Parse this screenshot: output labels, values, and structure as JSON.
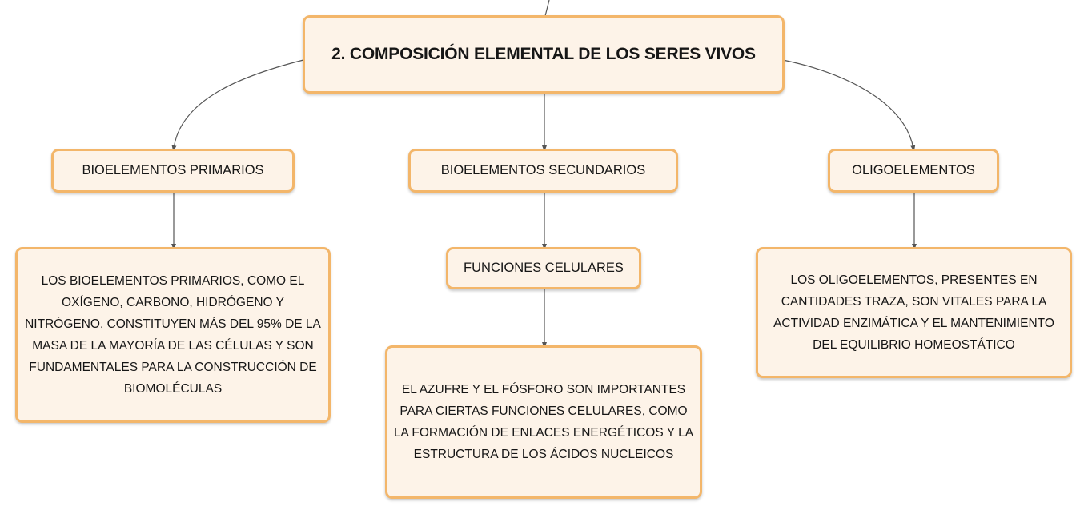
{
  "map": {
    "root": {
      "title": "2. COMPOSICIÓN ELEMENTAL DE LOS SERES VIVOS"
    },
    "primary": {
      "label": "BIOELEMENTOS PRIMARIOS",
      "description": "LOS BIOELEMENTOS PRIMARIOS, COMO EL OXÍGENO, CARBONO, HIDRÓGENO Y NITRÓGENO, CONSTITUYEN MÁS DEL 95% DE LA MASA DE LA MAYORÍA DE LAS CÉLULAS Y SON FUNDAMENTALES PARA LA CONSTRUCCIÓN DE BIOMOLÉCULAS"
    },
    "secondary": {
      "label": "BIOELEMENTOS SECUNDARIOS",
      "sub_label": "FUNCIONES CELULARES",
      "description": "EL AZUFRE Y EL FÓSFORO SON IMPORTANTES PARA CIERTAS FUNCIONES CELULARES, COMO LA FORMACIÓN DE ENLACES ENERGÉTICOS Y LA ESTRUCTURA DE LOS ÁCIDOS NUCLEICOS"
    },
    "trace": {
      "label": "OLIGOELEMENTOS",
      "description": "LOS OLIGOELEMENTOS, PRESENTES EN CANTIDADES TRAZA, SON VITALES PARA LA ACTIVIDAD ENZIMÁTICA Y EL MANTENIMIENTO DEL EQUILIBRIO HOMEOSTÁTICO"
    }
  },
  "colors": {
    "node_border": "#f3b66a",
    "node_fill": "#fdf3e8",
    "connector": "#555555"
  }
}
